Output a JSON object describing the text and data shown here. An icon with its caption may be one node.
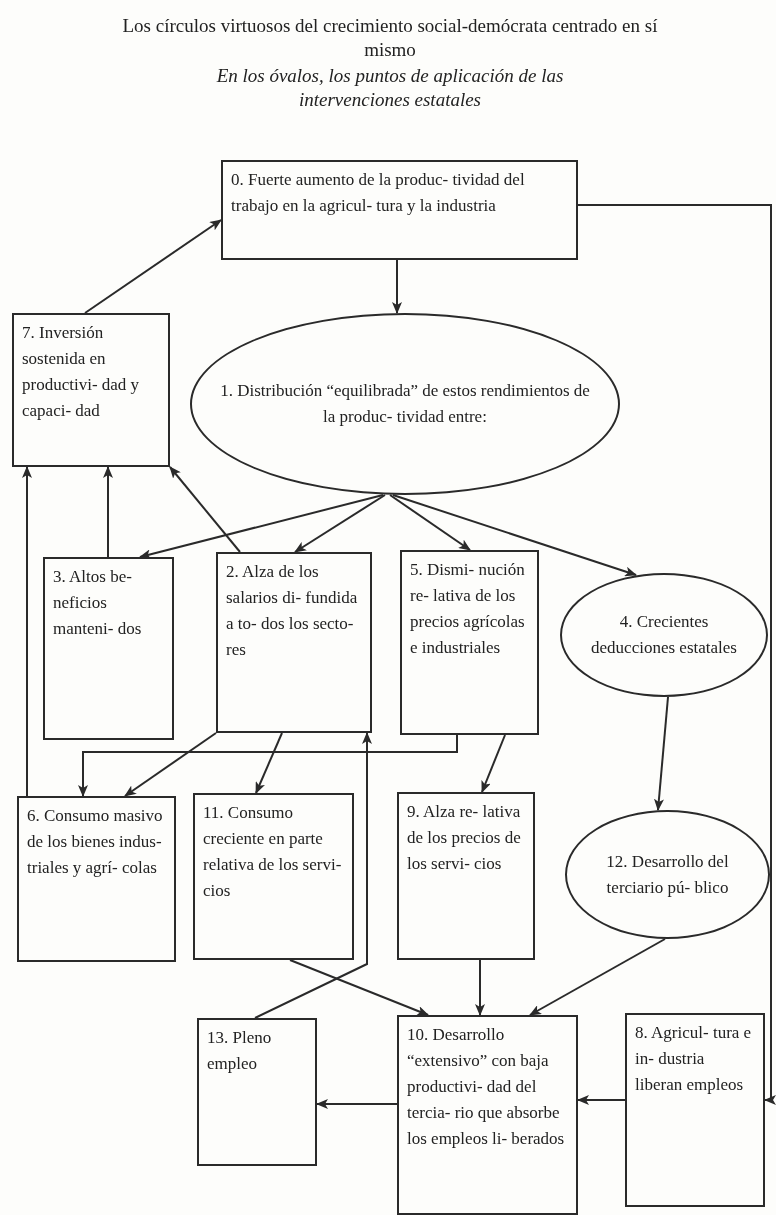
{
  "diagram": {
    "title": "Los círculos virtuosos del crecimiento social-demócrata centrado en sí mismo",
    "labels": [
      "En los óvalos, los puntos de aplicación de las intervenciones estatales"
    ],
    "nodes": [
      {
        "text": [
          "0. Fuerte aumento de la produc- tividad del trabajo en la agricul- tura y la industria"
        ]
      },
      {
        "text": [
          "7. Inversión sostenida en productivi- dad y capaci- dad"
        ]
      },
      {
        "text": [
          "1. Distribución “equilibrada” de estos rendimientos de la produc- tividad entre:"
        ]
      },
      {
        "text": [
          "3. Altos be- neficios manteni- dos"
        ]
      },
      {
        "text": [
          "2. Alza de los salarios di- fundida a to- dos los secto- res"
        ]
      },
      {
        "text": [
          "5. Dismi- nución re- lativa de los precios agrícolas e industriales"
        ]
      },
      {
        "text": [
          "4. Crecientes deducciones estatales"
        ]
      },
      {
        "text": [
          "6. Consumo masivo de los bienes indus- triales y agrí- colas"
        ]
      },
      {
        "text": [
          "11. Consumo creciente en parte relativa de los servi- cios"
        ]
      },
      {
        "text": [
          "9. Alza re- lativa de los precios de los servi- cios"
        ]
      },
      {
        "text": [
          "12. Desarrollo del terciario pú- blico"
        ]
      },
      {
        "text": [
          "13. Pleno empleo"
        ]
      },
      {
        "text": [
          "10. Desarrollo “extensivo” con baja productivi- dad del tercia- rio que absorbe los empleos li- berados"
        ]
      },
      {
        "text": [
          "8. Agricul- tura e in- dustria liberan empleos"
        ]
      }
    ],
    "edges": [
      {
        "from": 0,
        "to": 2,
        "arrow": "to"
      },
      {
        "from": 1,
        "to": 0,
        "arrow": "to"
      },
      {
        "from": 0,
        "to": 13,
        "arrow": "to"
      },
      {
        "from": 2,
        "to": 3,
        "arrow": "to"
      },
      {
        "from": 2,
        "to": 4,
        "arrow": "to"
      },
      {
        "from": 2,
        "to": 5,
        "arrow": "to"
      },
      {
        "from": 2,
        "to": 6,
        "arrow": "to"
      },
      {
        "from": 3,
        "to": 1,
        "arrow": "to"
      },
      {
        "from": 4,
        "to": 1,
        "arrow": "to"
      },
      {
        "from": 7,
        "to": 1,
        "arrow": "to"
      },
      {
        "from": 4,
        "to": 7,
        "arrow": "to"
      },
      {
        "from": 5,
        "to": 7,
        "arrow": "to"
      },
      {
        "from": 4,
        "to": 8,
        "arrow": "to"
      },
      {
        "from": 5,
        "to": 9,
        "arrow": "to"
      },
      {
        "from": 6,
        "to": 10,
        "arrow": "to"
      },
      {
        "from": 8,
        "to": 12,
        "arrow": "to"
      },
      {
        "from": 9,
        "to": 12,
        "arrow": "to"
      },
      {
        "from": 10,
        "to": 12,
        "arrow": "to"
      },
      {
        "from": 11,
        "to": 4,
        "arrow": "to"
      },
      {
        "from": 12,
        "to": 11,
        "arrow": "to"
      },
      {
        "from": 13,
        "to": 12,
        "arrow": "to"
      }
    ]
  }
}
